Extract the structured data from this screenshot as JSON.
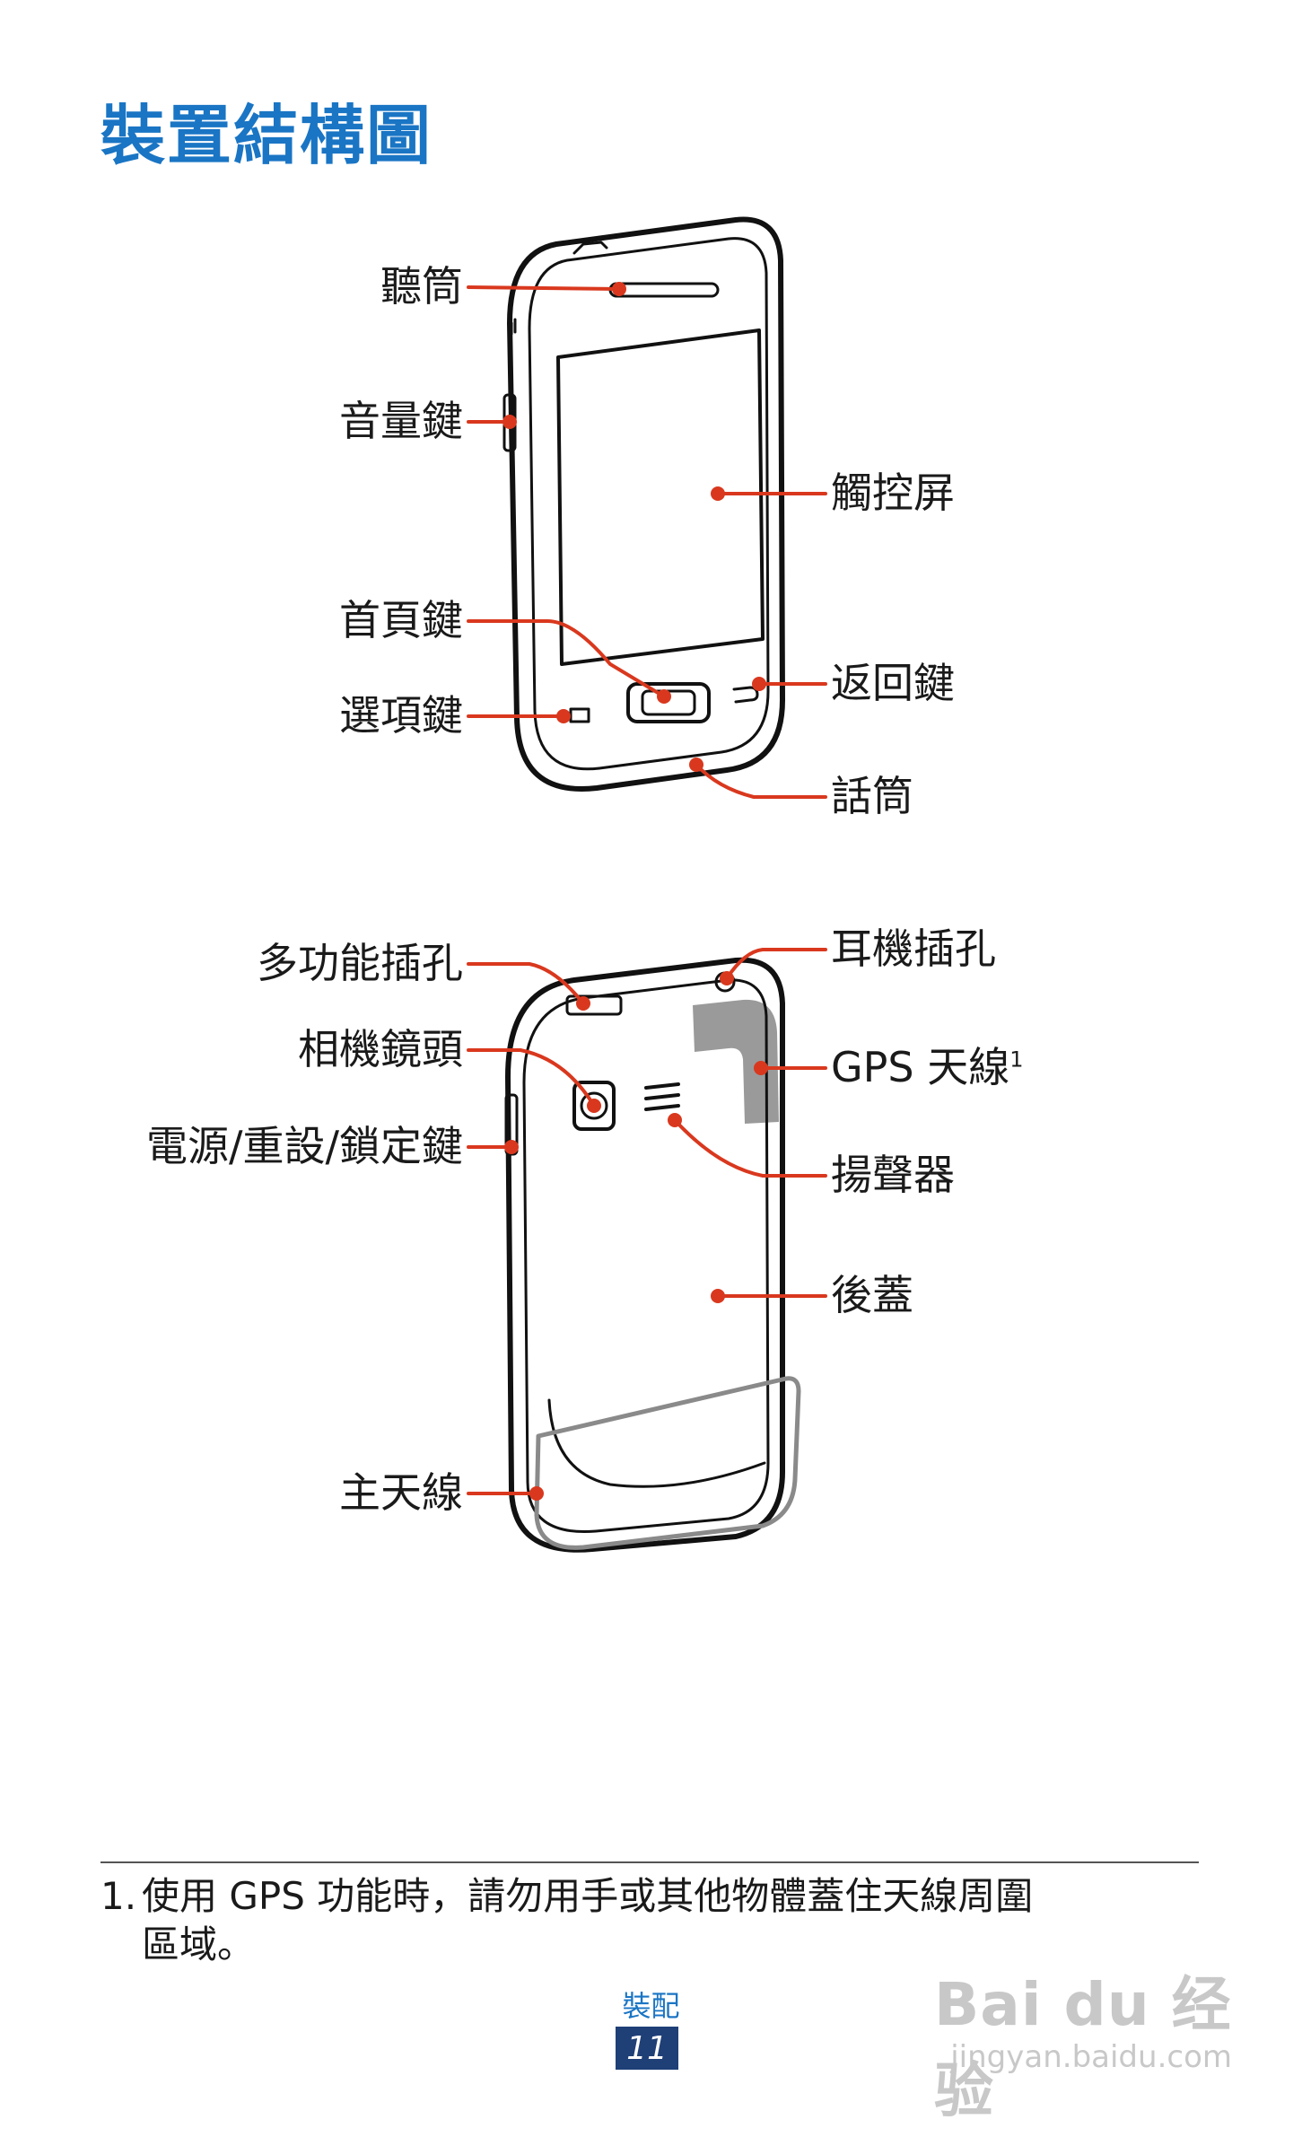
{
  "title": "裝置結構圖",
  "front_labels": {
    "earpiece": "聽筒",
    "volume_key": "音量鍵",
    "home_key": "首頁鍵",
    "menu_key": "選項鍵",
    "touch_screen": "觸控屏",
    "back_key": "返回鍵",
    "microphone": "話筒"
  },
  "back_labels": {
    "multifunction_jack": "多功能插孔",
    "camera_lens": "相機鏡頭",
    "power_key": "電源/重設/鎖定鍵",
    "main_antenna": "主天線",
    "headset_jack": "耳機插孔",
    "gps_antenna": "GPS 天線",
    "gps_antenna_note_ref": "1",
    "speaker": "揚聲器",
    "back_cover": "後蓋"
  },
  "colors": {
    "title": "#1a75c4",
    "leader": "#d9381e",
    "page_box": "#1f3f77"
  },
  "footnote": {
    "number": "1.",
    "line1": "使用 GPS 功能時，請勿用手或其他物體蓋住天線周圍",
    "line2": "區域。"
  },
  "footer": {
    "section": "裝配",
    "page_number": "11"
  },
  "watermark": {
    "brand": "Bai du 经验",
    "url": "jingyan.baidu.com"
  }
}
